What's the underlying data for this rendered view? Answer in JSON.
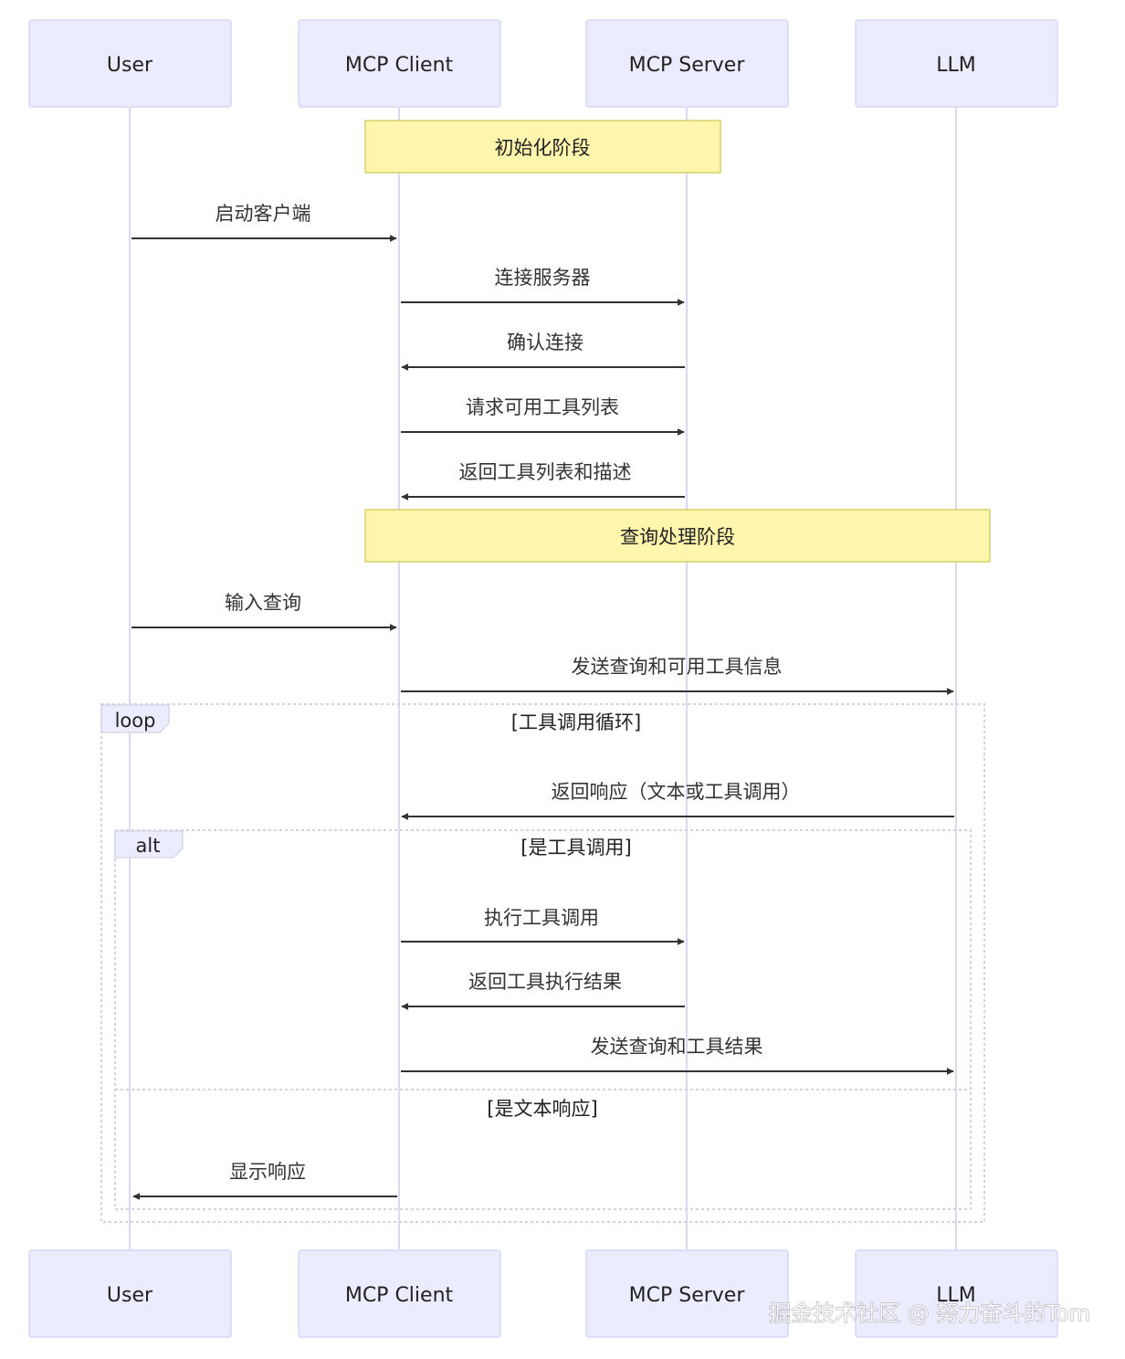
{
  "participants": [
    "User",
    "MCP Client",
    "MCP Server",
    "LLM"
  ],
  "notes": {
    "init_phase": "初始化阶段",
    "query_phase": "查询处理阶段"
  },
  "messages": {
    "start_client": "启动客户端",
    "connect_server": "连接服务器",
    "confirm_connection": "确认连接",
    "request_tool_list": "请求可用工具列表",
    "return_tool_list": "返回工具列表和描述",
    "input_query": "输入查询",
    "send_query_tools": "发送查询和可用工具信息",
    "return_response": "返回响应（文本或工具调用）",
    "execute_tool": "执行工具调用",
    "return_tool_result": "返回工具执行结果",
    "send_query_result": "发送查询和工具结果",
    "show_response": "显示响应"
  },
  "frames": {
    "loop": {
      "tag": "loop",
      "condition": "[工具调用循环]"
    },
    "alt": {
      "tag": "alt",
      "condition": "[是工具调用]",
      "else_condition": "[是文本响应]"
    }
  },
  "watermark": "掘金技术社区 @ 努力奋斗的Tom",
  "colors": {
    "actor_fill": "#ececff",
    "note_fill": "#fff5ad",
    "arrow": "#333333"
  }
}
